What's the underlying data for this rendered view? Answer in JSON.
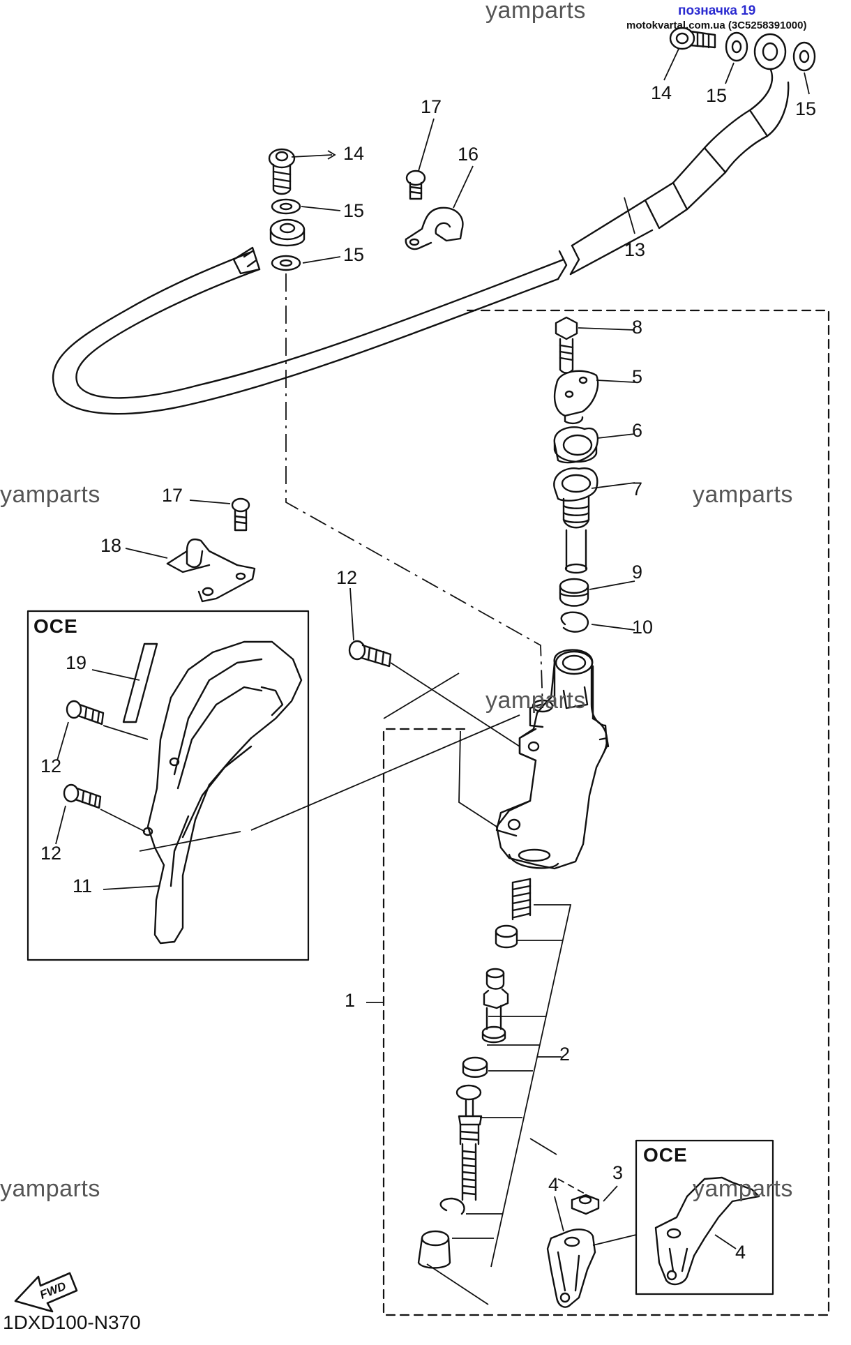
{
  "header": {
    "reference": "позначка 19",
    "site": "motokvartal.com.ua (3C5258391000)"
  },
  "watermark": "yamparts",
  "catalog_code": "1DXD100-N370",
  "boxes": {
    "left_oce": "OCE",
    "right_oce": "OCE"
  },
  "fwd_label": "FWD",
  "callouts": [
    {
      "id": "c14a",
      "label": "14"
    },
    {
      "id": "c15a",
      "label": "15"
    },
    {
      "id": "c15b",
      "label": "15"
    },
    {
      "id": "c14b",
      "label": "14"
    },
    {
      "id": "c15c",
      "label": "15"
    },
    {
      "id": "c15d",
      "label": "15"
    },
    {
      "id": "c17a",
      "label": "17"
    },
    {
      "id": "c16",
      "label": "16"
    },
    {
      "id": "c13",
      "label": "13"
    },
    {
      "id": "c8",
      "label": "8"
    },
    {
      "id": "c5",
      "label": "5"
    },
    {
      "id": "c6",
      "label": "6"
    },
    {
      "id": "c7",
      "label": "7"
    },
    {
      "id": "c9",
      "label": "9"
    },
    {
      "id": "c10",
      "label": "10"
    },
    {
      "id": "c17b",
      "label": "17"
    },
    {
      "id": "c18",
      "label": "18"
    },
    {
      "id": "c12a",
      "label": "12"
    },
    {
      "id": "c19",
      "label": "19"
    },
    {
      "id": "c12b",
      "label": "12"
    },
    {
      "id": "c12c",
      "label": "12"
    },
    {
      "id": "c11",
      "label": "11"
    },
    {
      "id": "c1",
      "label": "1"
    },
    {
      "id": "c2",
      "label": "2"
    },
    {
      "id": "c3",
      "label": "3"
    },
    {
      "id": "c4a",
      "label": "4"
    },
    {
      "id": "c4b",
      "label": "4"
    }
  ]
}
